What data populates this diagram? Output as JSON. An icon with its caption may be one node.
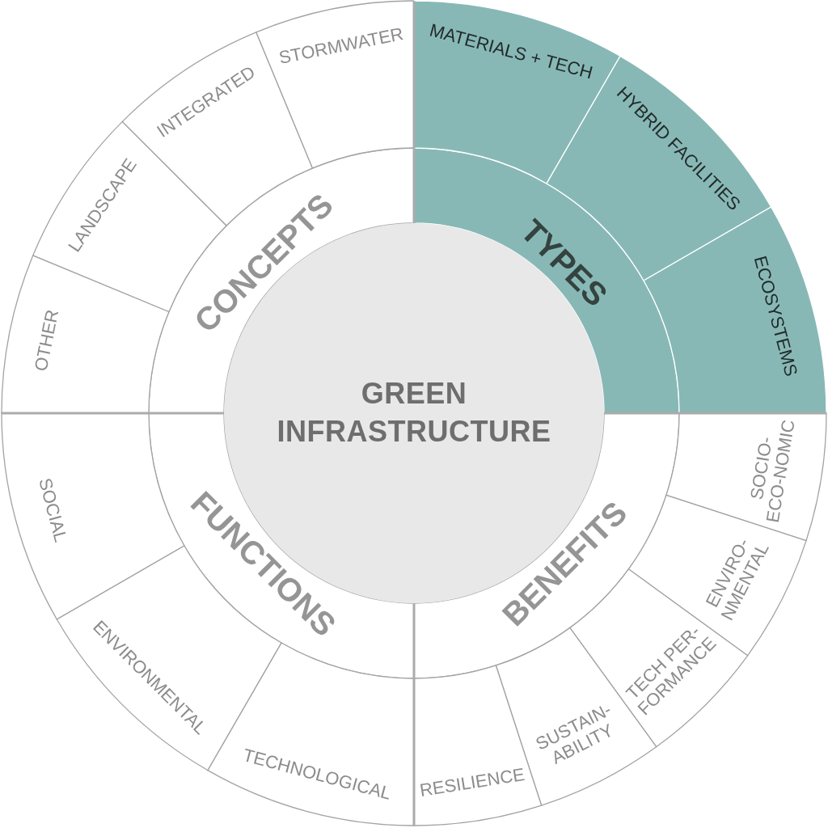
{
  "diagram": {
    "nodes": [
      {
        "text": [
          "GREEN INFRASTRUCTURE"
        ]
      },
      {
        "text": [
          "CONCEPTS"
        ]
      },
      {
        "text": [
          "OTHER"
        ]
      },
      {
        "text": [
          "LANDSCAPE"
        ]
      },
      {
        "text": [
          "INTEGRATED"
        ]
      },
      {
        "text": [
          "STORMWATER"
        ]
      },
      {
        "text": [
          "TYPES"
        ]
      },
      {
        "text": [
          "MATERIALS + TECH"
        ]
      },
      {
        "text": [
          "HYBRID FACILITIES"
        ]
      },
      {
        "text": [
          "ECOSYSTEMS"
        ]
      },
      {
        "text": [
          "BENEFITS"
        ]
      },
      {
        "text": [
          "SOCIO- ECO-NOMIC"
        ]
      },
      {
        "text": [
          "ENVIRO- NMENTAL"
        ]
      },
      {
        "text": [
          "TECH PER- FORMANCE"
        ]
      },
      {
        "text": [
          "SUSTAIN- ABILITY"
        ]
      },
      {
        "text": [
          "RESILIENCE"
        ]
      },
      {
        "text": [
          "FUNCTIONS"
        ]
      },
      {
        "text": [
          "SOCIAL"
        ]
      },
      {
        "text": [
          "ENVIRONMENTAL"
        ]
      },
      {
        "text": [
          "TECHNOLOGICAL"
        ]
      }
    ]
  }
}
